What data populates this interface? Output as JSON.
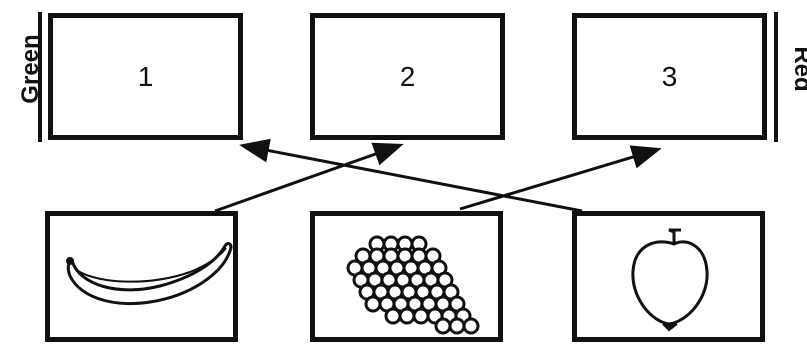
{
  "side_labels": {
    "left": "Green",
    "right": "Red"
  },
  "number_boxes": [
    {
      "label": "1"
    },
    {
      "label": "2"
    },
    {
      "label": "3"
    }
  ],
  "pictures": [
    {
      "icon": "banana-icon"
    },
    {
      "icon": "grapes-icon"
    },
    {
      "icon": "apple-icon"
    }
  ],
  "connections": [
    {
      "from": "banana",
      "to": "2"
    },
    {
      "from": "grapes",
      "to": "3"
    },
    {
      "from": "apple",
      "to": "1"
    }
  ]
}
